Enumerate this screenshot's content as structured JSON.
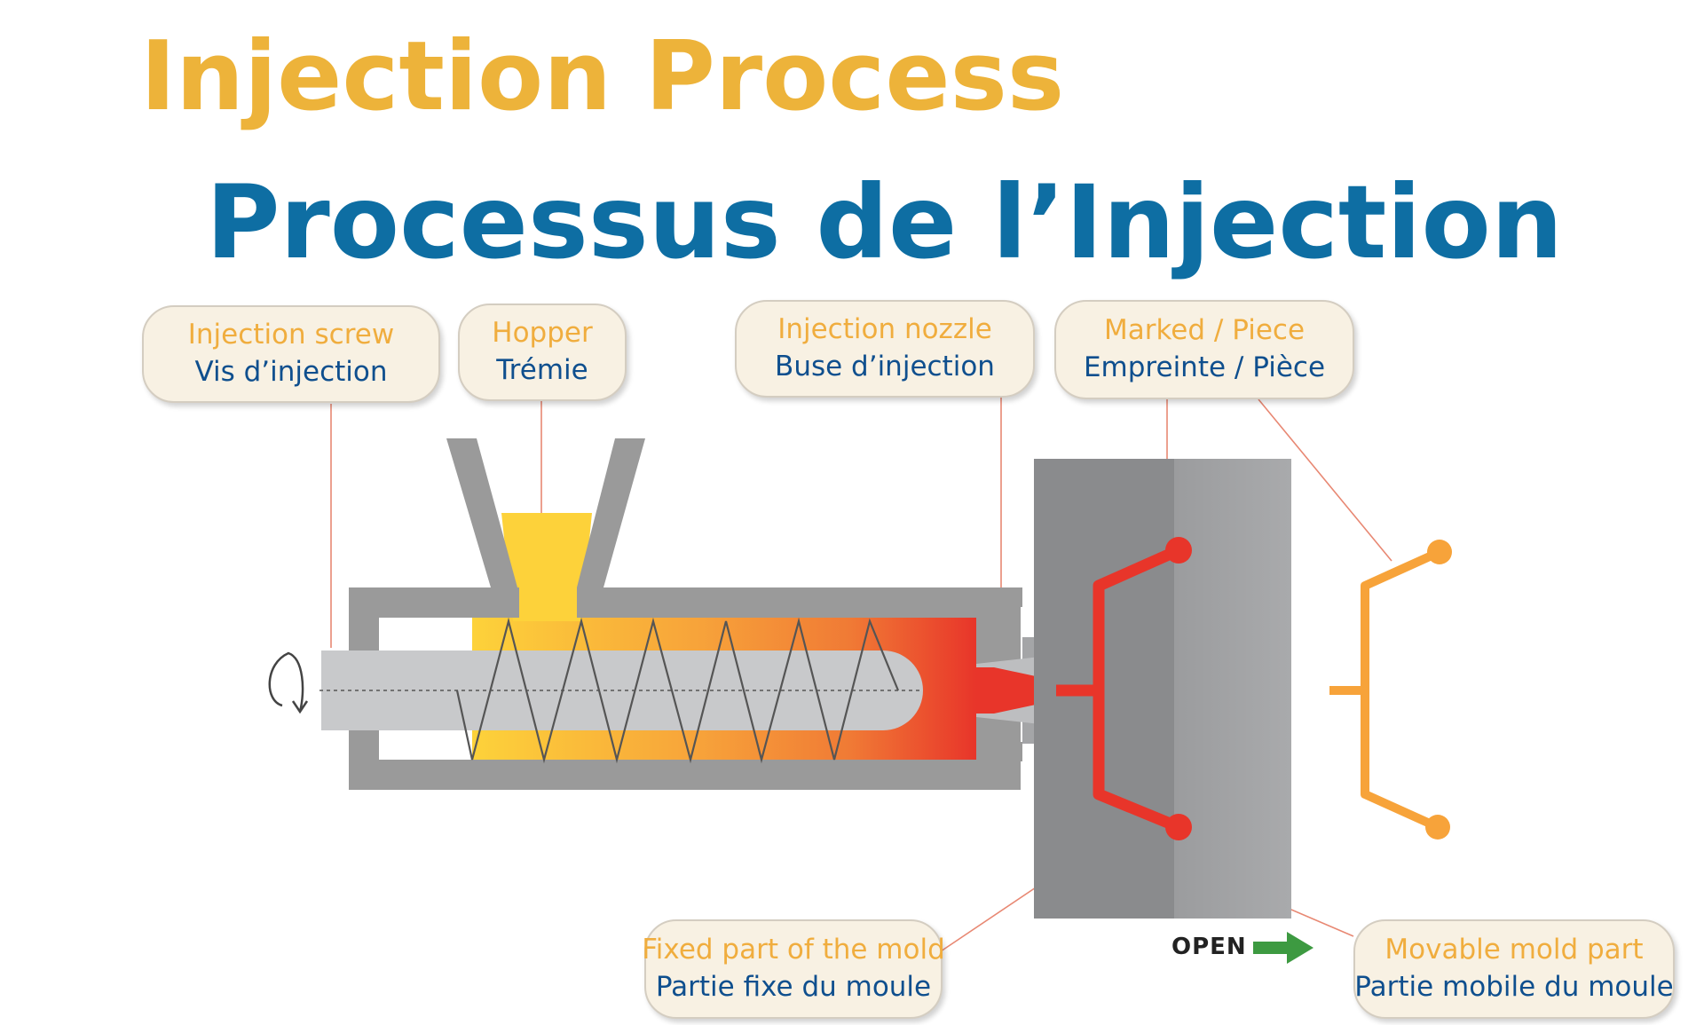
{
  "title_en": "Injection Process",
  "title_fr": "Processus de l’Injection",
  "labels": {
    "injection_screw": {
      "en": "Injection screw",
      "fr": "Vis d’injection"
    },
    "hopper": {
      "en": "Hopper",
      "fr": "Trémie"
    },
    "injection_nozzle": {
      "en": "Injection nozzle",
      "fr": "Buse d’injection"
    },
    "marked_piece": {
      "en": "Marked / Piece",
      "fr": "Empreinte / Pièce"
    },
    "fixed_mold": {
      "en": "Fixed part of the mold",
      "fr": "Partie fixe du moule"
    },
    "movable_mold": {
      "en": "Movable mold part",
      "fr": "Partie mobile du moule"
    }
  },
  "open_label": "OPEN",
  "colors": {
    "title_en": "#edb33a",
    "title_fr": "#0e6ea3",
    "callout_en": "#f0ad3e",
    "callout_fr": "#0f4f8e",
    "barrel": "#9a9a9a",
    "molten_plastic": "#e8352a",
    "granules": "#fdd23a",
    "ejected_piece": "#f7a33a",
    "open_arrow": "#3d9a41",
    "leader_lines": "#e88873"
  },
  "icons": [
    "rotation-arrow-icon",
    "open-arrow-icon"
  ]
}
